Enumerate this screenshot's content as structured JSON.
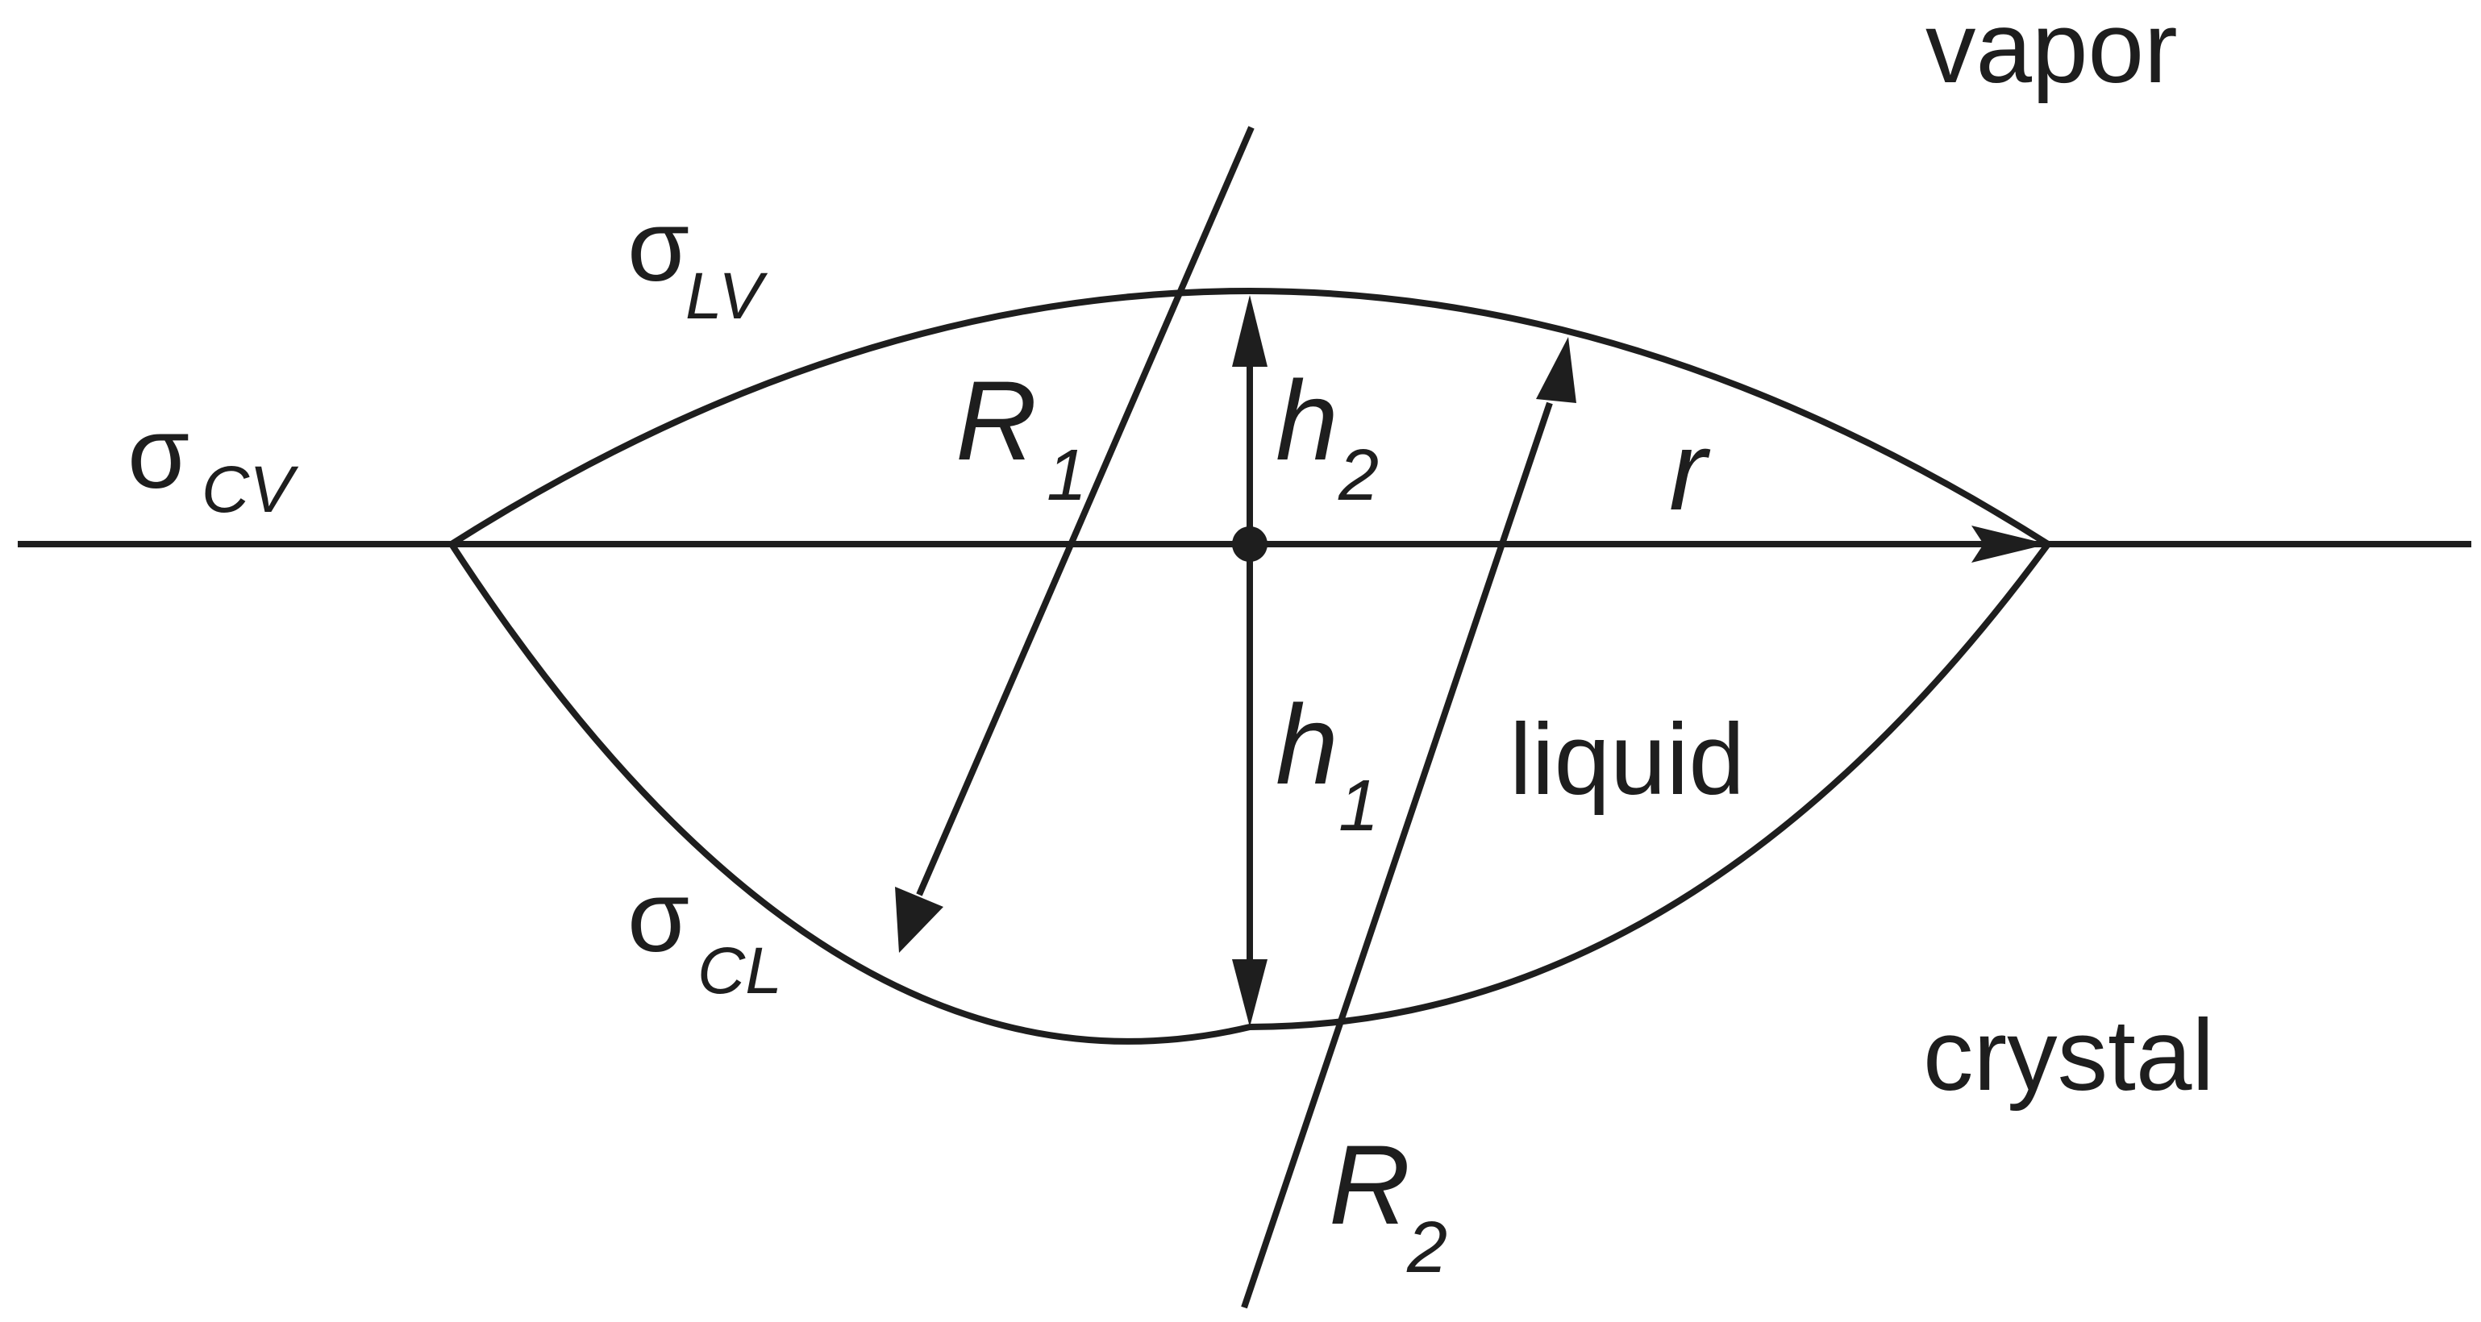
{
  "phases": {
    "vapor": "vapor",
    "liquid": "liquid",
    "crystal": "crystal"
  },
  "tensions": {
    "lv": {
      "symbol": "σ",
      "subscript": "LV"
    },
    "cv": {
      "symbol": "σ",
      "subscript": "CV"
    },
    "cl": {
      "symbol": "σ",
      "subscript": "CL"
    }
  },
  "dimensions": {
    "r": "r",
    "h1": {
      "symbol": "h",
      "subscript": "1"
    },
    "h2": {
      "symbol": "h",
      "subscript": "2"
    },
    "R1": {
      "symbol": "R",
      "subscript": "1"
    },
    "R2": {
      "symbol": "R",
      "subscript": "2"
    }
  },
  "colors": {
    "ink": "#1e1e1e",
    "background": "#ffffff"
  }
}
